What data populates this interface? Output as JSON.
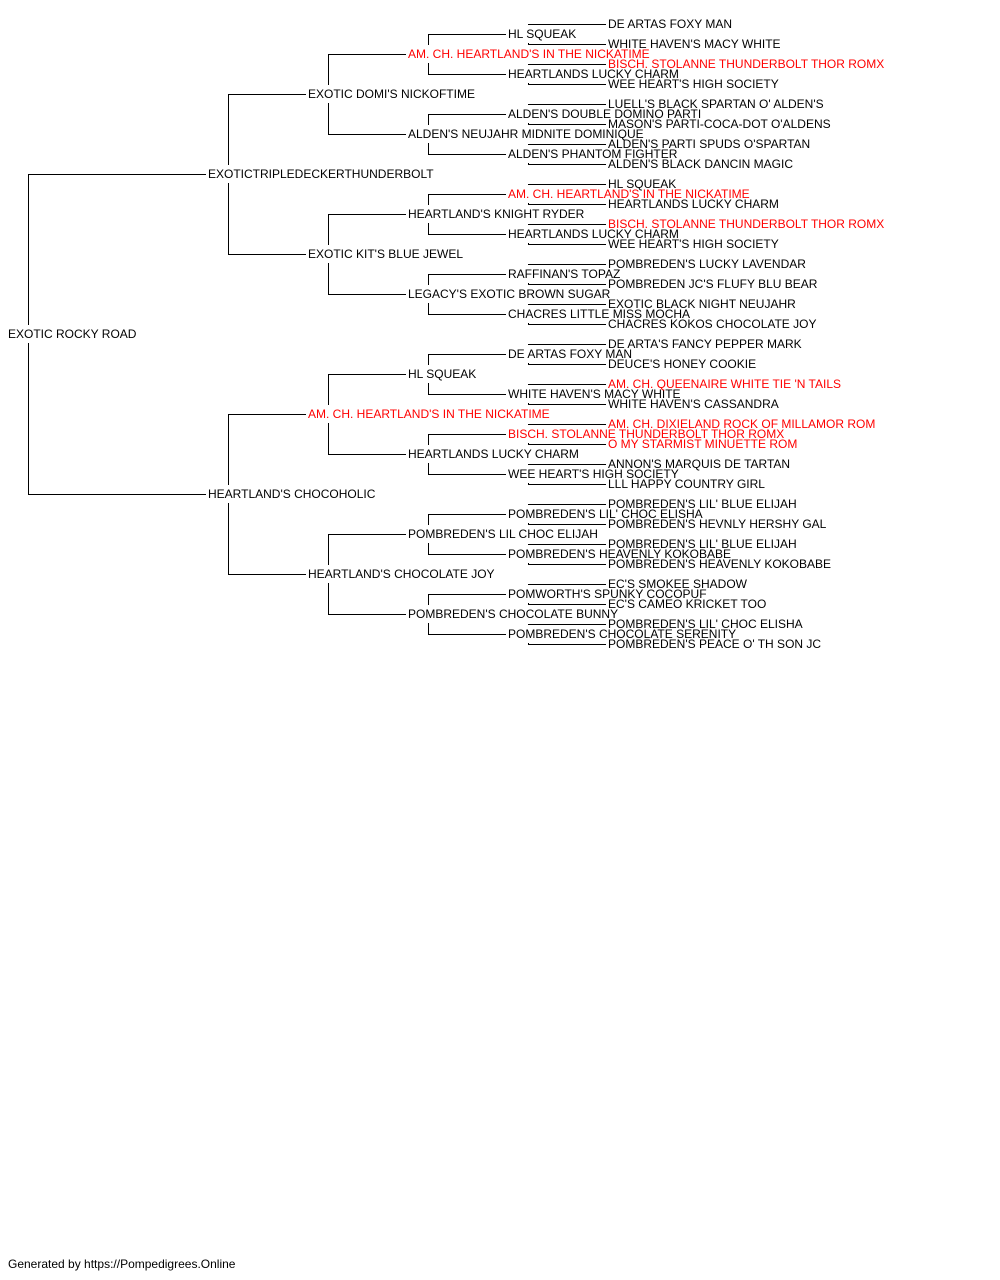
{
  "pedigree": {
    "name": "EXOTIC ROCKY ROAD",
    "sire": {
      "name": "EXOTICTRIPLEDECKERTHUNDERBOLT",
      "sire": {
        "name": "EXOTIC DOMI'S NICKOFTIME",
        "sire": {
          "name": "AM. CH. HEARTLAND'S IN THE NICKATIME",
          "highlight": true,
          "sire": {
            "name": "HL SQUEAK",
            "sire": {
              "name": "DE ARTAS FOXY MAN"
            },
            "dam": {
              "name": "WHITE HAVEN'S MACY WHITE"
            }
          },
          "dam": {
            "name": "HEARTLANDS LUCKY CHARM",
            "sire": {
              "name": "BISCH. STOLANNE THUNDERBOLT THOR ROMX",
              "highlight": true
            },
            "dam": {
              "name": "WEE HEART'S HIGH SOCIETY"
            }
          }
        },
        "dam": {
          "name": "ALDEN'S NEUJAHR MIDNITE DOMINIQUE",
          "sire": {
            "name": "ALDEN'S DOUBLE DOMINO PARTI",
            "sire": {
              "name": "LUELL'S BLACK SPARTAN O' ALDEN'S"
            },
            "dam": {
              "name": "MASON'S PARTI-COCA-DOT O'ALDENS"
            }
          },
          "dam": {
            "name": "ALDEN'S PHANTOM FIGHTER",
            "sire": {
              "name": "ALDEN'S PARTI SPUDS O'SPARTAN"
            },
            "dam": {
              "name": "ALDEN'S BLACK DANCIN MAGIC"
            }
          }
        }
      },
      "dam": {
        "name": "EXOTIC KIT'S BLUE JEWEL",
        "sire": {
          "name": "HEARTLAND'S KNIGHT RYDER",
          "sire": {
            "name": "AM. CH. HEARTLAND'S IN THE NICKATIME",
            "highlight": true,
            "sire": {
              "name": "HL SQUEAK"
            },
            "dam": {
              "name": "HEARTLANDS LUCKY CHARM"
            }
          },
          "dam": {
            "name": "HEARTLANDS LUCKY CHARM",
            "sire": {
              "name": "BISCH. STOLANNE THUNDERBOLT THOR ROMX",
              "highlight": true
            },
            "dam": {
              "name": "WEE HEART'S HIGH SOCIETY"
            }
          }
        },
        "dam": {
          "name": "LEGACY'S EXOTIC BROWN SUGAR",
          "sire": {
            "name": "RAFFINAN'S TOPAZ",
            "sire": {
              "name": "POMBREDEN'S LUCKY LAVENDAR"
            },
            "dam": {
              "name": "POMBREDEN JC'S FLUFY BLU BEAR"
            }
          },
          "dam": {
            "name": "CHACRES LITTLE MISS MOCHA",
            "sire": {
              "name": "EXOTIC BLACK NIGHT NEUJAHR"
            },
            "dam": {
              "name": "CHACRES KOKOS CHOCOLATE JOY"
            }
          }
        }
      }
    },
    "dam": {
      "name": "HEARTLAND'S CHOCOHOLIC",
      "sire": {
        "name": "AM. CH. HEARTLAND'S IN THE NICKATIME",
        "highlight": true,
        "sire": {
          "name": "HL SQUEAK",
          "sire": {
            "name": "DE ARTAS FOXY MAN",
            "sire": {
              "name": "DE ARTA'S FANCY PEPPER MARK"
            },
            "dam": {
              "name": "DEUCE'S HONEY COOKIE"
            }
          },
          "dam": {
            "name": "WHITE HAVEN'S MACY WHITE",
            "sire": {
              "name": "AM. CH. QUEENAIRE WHITE TIE 'N TAILS",
              "highlight": true
            },
            "dam": {
              "name": "WHITE HAVEN'S CASSANDRA"
            }
          }
        },
        "dam": {
          "name": "HEARTLANDS LUCKY CHARM",
          "sire": {
            "name": "BISCH. STOLANNE THUNDERBOLT THOR ROMX",
            "highlight": true,
            "sire": {
              "name": "AM. CH. DIXIELAND ROCK OF MILLAMOR ROM",
              "highlight": true
            },
            "dam": {
              "name": "O MY STARMIST MINUETTE ROM",
              "highlight": true
            }
          },
          "dam": {
            "name": "WEE HEART'S HIGH SOCIETY",
            "sire": {
              "name": "ANNON'S MARQUIS DE TARTAN"
            },
            "dam": {
              "name": "LLL HAPPY COUNTRY GIRL"
            }
          }
        }
      },
      "dam": {
        "name": "HEARTLAND'S CHOCOLATE JOY",
        "sire": {
          "name": "POMBREDEN'S LIL CHOC ELIJAH",
          "sire": {
            "name": "POMBREDEN'S LIL' CHOC ELISHA",
            "sire": {
              "name": "POMBREDEN'S LIL' BLUE ELIJAH"
            },
            "dam": {
              "name": "POMBREDEN'S HEVNLY HERSHY GAL"
            }
          },
          "dam": {
            "name": "POMBREDEN'S HEAVENLY KOKOBABE",
            "sire": {
              "name": "POMBREDEN'S LIL' BLUE ELIJAH"
            },
            "dam": {
              "name": "POMBREDEN'S HEAVENLY KOKOBABE"
            }
          }
        },
        "dam": {
          "name": "POMBREDEN'S CHOCOLATE BUNNY",
          "sire": {
            "name": "POMWORTH'S SPUNKY COCOPUF",
            "sire": {
              "name": "EC'S SMOKEE SHADOW"
            },
            "dam": {
              "name": "EC'S CAMEO KRICKET TOO"
            }
          },
          "dam": {
            "name": "POMBREDEN'S CHOCOLATE SERENITY",
            "sire": {
              "name": "POMBREDEN'S LIL' CHOC ELISHA"
            },
            "dam": {
              "name": "POMBREDEN'S PEACE O' TH SON JC"
            }
          }
        }
      }
    }
  },
  "colors": {
    "text": "#000000",
    "highlight": "#ff0000",
    "line": "#000000"
  },
  "footer": "Generated by https://Pompedigrees.Online"
}
